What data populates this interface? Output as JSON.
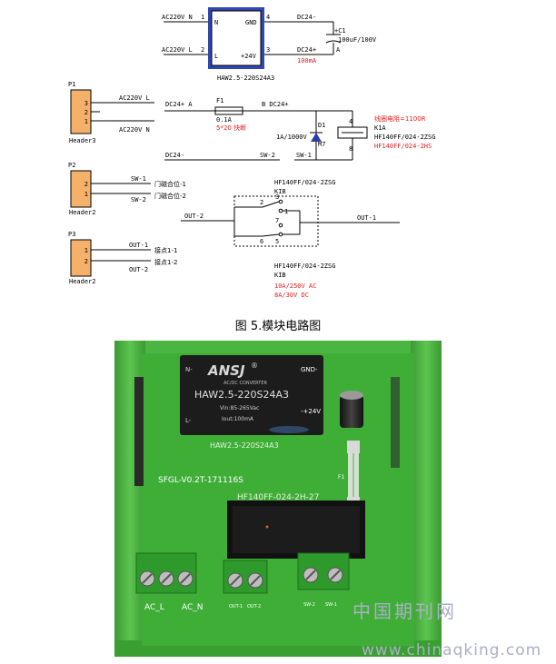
{
  "converter_top": {
    "in_n": "AC220V N",
    "pin1": "1",
    "in_l": "AC220V L",
    "pin2": "2",
    "n": "N",
    "l": "L",
    "gnd": "GND",
    "v24": "+24V",
    "pin4": "4",
    "pin3": "3",
    "dc24_minus": "DC24-",
    "dc24_plus": "DC24+",
    "current": "100mA",
    "cap_ref": "+C1",
    "cap_val": "100uF/100V",
    "cap_a": "A",
    "part": "HAW2.5-220S24A3"
  },
  "p1": {
    "ref": "P1",
    "pins": [
      "3",
      "2",
      "1"
    ],
    "sig_l": "AC220V L",
    "sig_n": "AC220V N",
    "name": "Header3"
  },
  "main": {
    "dc24_plus_a": "DC24+  A",
    "fuse_ref": "F1",
    "fuse_val": "0.1A",
    "fuse_size": "5*20 快断",
    "b_dc24": "B DC24+",
    "diode_ref": "D1",
    "diode_val": "1A/1000V",
    "diode_type": "M7",
    "dc24_minus": "DC24-",
    "sw2": "SW-2",
    "sw1": "SW-1",
    "coil_pin4": "4",
    "coil_pin8": "8",
    "coil_res": "线圈电阻=1100R",
    "relay_ref": "K1A",
    "relay_part": "HF140FF/024-2ZSG",
    "relay_alt": "HF140FF/024-2HS"
  },
  "p2": {
    "ref": "P2",
    "pins": [
      "2",
      "1"
    ],
    "sw1": "SW-1",
    "sw2": "SW-2",
    "desc1": "门磁合位-1",
    "desc2": "门磁合位-2",
    "name": "Header2"
  },
  "p3": {
    "ref": "P3",
    "pins": [
      "1",
      "2"
    ],
    "out1": "OUT-1",
    "out2": "OUT-2",
    "desc1": "接点1-1",
    "desc2": "接点1-2",
    "name": "Header2"
  },
  "contacts": {
    "part_top": "HF140FF/024-2ZSG",
    "kib_top": "KIB",
    "pin2": "2",
    "pin3": "3",
    "pin1": "1",
    "pin7": "7",
    "pin6": "6",
    "pin5": "5",
    "out2": "OUT-2",
    "out1": "OUT-1",
    "part_bot": "HF140FF/024-2ZSG",
    "kib_bot": "KIB",
    "rating_ac": "10A/250V AC",
    "rating_dc": "8A/30V DC"
  },
  "caption": "图 5.模块电路图",
  "photo": {
    "brand": "ANSJ",
    "reg": "®",
    "sub": "AC/DC CONVERTER",
    "model": "HAW2.5-220S24A3",
    "vin": "Vin:85-265Vac",
    "iout": "Iout:100mA",
    "gnd": "GND-",
    "v24": "-+24V",
    "n": "N-",
    "l": "L-",
    "silk_model": "HAW2.5-220S24A3",
    "board_id": "SFGL-V0.2T-171116S",
    "relay_silk": "HF140FF-024-2H-27",
    "f1": "F1",
    "ac_l": "AC_L",
    "ac_n": "AC_N",
    "out1": "OUT-1",
    "out2": "OUT-2",
    "sw2": "SW-2",
    "sw1": "SW-1"
  },
  "watermark": {
    "cn": "中国期刊网",
    "url": "www.chinaqking.com"
  },
  "colors": {
    "header_fill": "#f5b06a",
    "board_green": "#3fae37",
    "module_black": "#1c1c1c",
    "red_text": "#e02020",
    "blue_part": "#2a3fa5"
  }
}
